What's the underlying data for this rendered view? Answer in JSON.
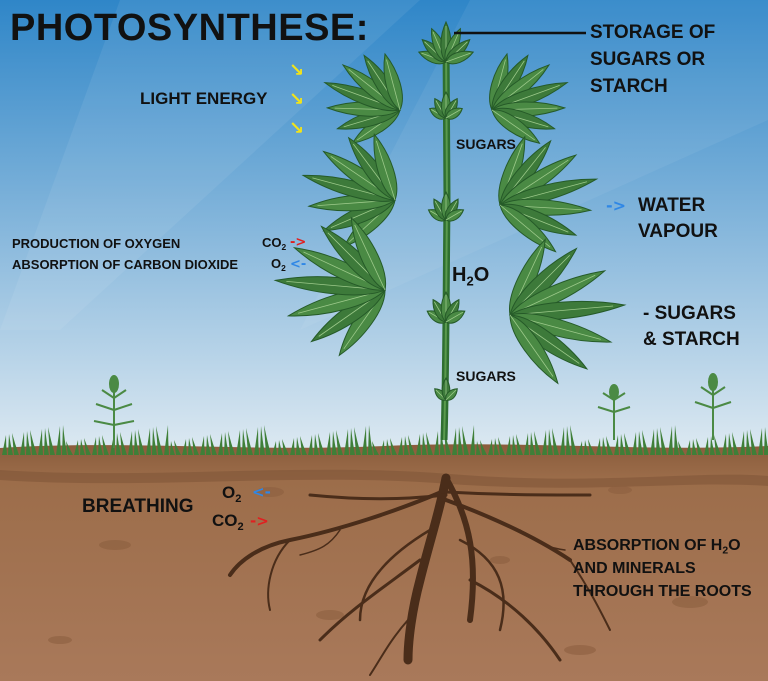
{
  "title": "PHOTOSYNTHESE:",
  "labels": {
    "storage": [
      "STORAGE OF",
      "SUGARS OR",
      "STARCH"
    ],
    "light_energy": "LIGHT ENERGY",
    "sugars_top": "SUGARS",
    "sugars_bottom": "SUGARS",
    "water_vapour": [
      "WATER",
      "VAPOUR"
    ],
    "production_oxygen": "PRODUCTION OF OXYGEN",
    "absorption_co2": "ABSORPTION OF CARBON DIOXIDE",
    "h2o_main": "H",
    "h2o_sub": "2",
    "h2o_tail": "O",
    "co2_leaf": "CO",
    "co2_leaf_sub": "2",
    "o2_leaf": "O",
    "o2_leaf_sub": "2",
    "minus_sugars": "- SUGARS",
    "and_starch": "& STARCH",
    "breathing": "BREATHING",
    "o2_root": "O",
    "o2_root_sub": "2",
    "co2_root": "CO",
    "co2_root_sub": "2",
    "roots_line1_a": "ABSORPTION OF H",
    "roots_line1_sub": "2",
    "roots_line1_b": "O",
    "roots_line2": "AND MINERALS",
    "roots_line3": "THROUGH THE ROOTS"
  },
  "arrows": {
    "light": "↘",
    "out": "->",
    "in": "<-"
  },
  "colors": {
    "sky_top": "#2f86c8",
    "sky_bottom": "#dbe8f1",
    "soil": "#9a6a47",
    "soil_dark": "#7d5336",
    "leaf": "#3d7a3a",
    "leaf_dark": "#255a28",
    "root": "#4a2d1a",
    "blue_arrow": "#2f87e6",
    "red_arrow": "#e02020",
    "yellow_arrow": "#f1e31a"
  }
}
